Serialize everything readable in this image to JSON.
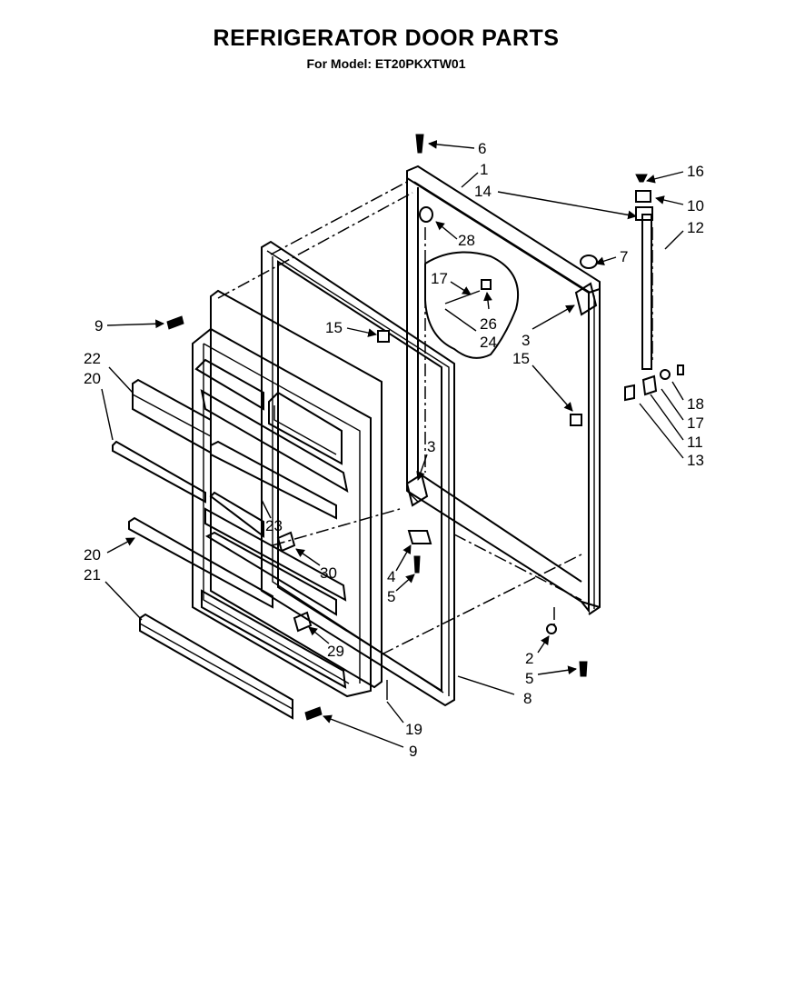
{
  "title": "REFRIGERATOR DOOR PARTS",
  "subtitle": "For Model: ET20PKXTW01",
  "callouts": {
    "c1": "1",
    "c2": "2",
    "c3a": "3",
    "c3b": "3",
    "c4": "4",
    "c5a": "5",
    "c5b": "5",
    "c6": "6",
    "c7": "7",
    "c8": "8",
    "c9a": "9",
    "c9b": "9",
    "c10": "10",
    "c11": "11",
    "c12": "12",
    "c13": "13",
    "c14": "14",
    "c15a": "15",
    "c15b": "15",
    "c16": "16",
    "c17a": "17",
    "c17b": "17",
    "c18": "18",
    "c19": "19",
    "c20a": "20",
    "c20b": "20",
    "c21": "21",
    "c22": "22",
    "c23": "23",
    "c24": "24",
    "c26": "26",
    "c28": "28",
    "c29": "29",
    "c30": "30"
  }
}
